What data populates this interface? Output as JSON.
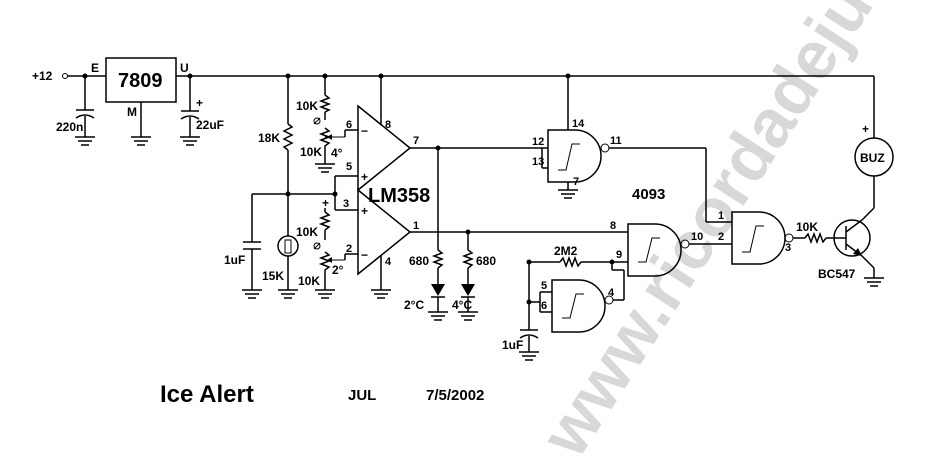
{
  "watermark": "www.ricordadejul.com",
  "supply": {
    "voltage": "+12",
    "pin_in": "E",
    "pin_out": "U",
    "pin_gnd": "M"
  },
  "regulator": {
    "name": "7809"
  },
  "caps": {
    "c_in": "220n",
    "c_out": "22uF",
    "c_out_polarity": "+",
    "c_timing": "1uF",
    "c_osc": "1uF"
  },
  "resistors": {
    "r_top": "10K",
    "pot_top": "10K",
    "r_divider": "18K",
    "ntc": "15K",
    "r_bot": "10K",
    "pot_bot": "10K",
    "led_r1": "680",
    "led_r2": "680",
    "osc_r": "2M2",
    "base_r": "10K"
  },
  "setpoints": {
    "upper": "4°",
    "lower": "2°",
    "pot_plus": "+"
  },
  "opamp": {
    "name": "LM358",
    "a_pins": {
      "inv": "6",
      "noninv": "5",
      "vcc": "8",
      "out": "7"
    },
    "b_pins": {
      "noninv": "3",
      "inv": "2",
      "gnd": "4",
      "out": "1"
    }
  },
  "leds": {
    "led1": "2°C",
    "led2": "4°C"
  },
  "logic": {
    "name": "4093",
    "g1_pins": {
      "vcc": "14",
      "in_a": "12",
      "in_b": "13",
      "gnd": "7",
      "out": "11"
    },
    "g2_pins": {
      "in_a": "8",
      "in_b": "9",
      "out": "10"
    },
    "g3_pins": {
      "in_a": "5",
      "in_b": "6",
      "out": "4"
    },
    "g4_pins": {
      "in_a": "1",
      "in_b": "2",
      "out": "3"
    }
  },
  "transistor": {
    "name": "BC547"
  },
  "buzzer": {
    "name": "BUZ",
    "polarity": "+"
  },
  "footer": {
    "title": "Ice Alert",
    "author": "JUL",
    "date": "7/5/2002"
  }
}
